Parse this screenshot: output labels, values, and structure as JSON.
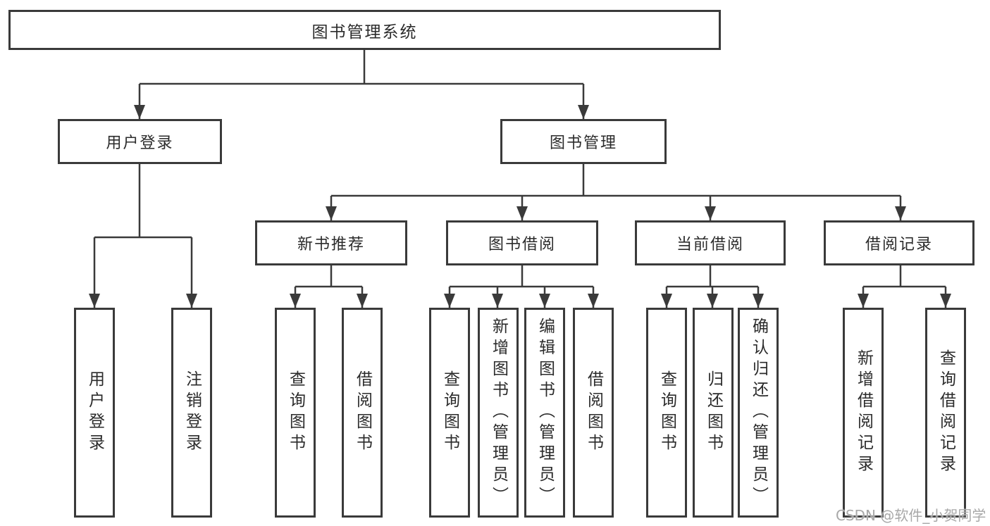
{
  "diagram_title": "图书管理系统",
  "watermark": "CSDN @软件_小贺同学",
  "colors": {
    "line": "#3a3a3a",
    "box_border": "#3a3a3a",
    "text": "#2b2b2b",
    "watermark": "#a8a8a8",
    "background": "#ffffff"
  },
  "tree": {
    "label": "图书管理系统",
    "children": [
      {
        "label": "用户登录",
        "children": [
          {
            "label": "用户登录"
          },
          {
            "label": "注销登录"
          }
        ]
      },
      {
        "label": "图书管理",
        "children": [
          {
            "label": "新书推荐",
            "children": [
              {
                "label": "查询图书"
              },
              {
                "label": "借阅图书"
              }
            ]
          },
          {
            "label": "图书借阅",
            "children": [
              {
                "label": "查询图书"
              },
              {
                "label": "新增图书（管理员）"
              },
              {
                "label": "编辑图书（管理员）"
              },
              {
                "label": "借阅图书"
              }
            ]
          },
          {
            "label": "当前借阅",
            "children": [
              {
                "label": "查询图书"
              },
              {
                "label": "归还图书"
              },
              {
                "label": "确认归还（管理员）"
              }
            ]
          },
          {
            "label": "借阅记录",
            "children": [
              {
                "label": "新增借阅记录"
              },
              {
                "label": "查询借阅记录"
              }
            ]
          }
        ]
      }
    ]
  }
}
